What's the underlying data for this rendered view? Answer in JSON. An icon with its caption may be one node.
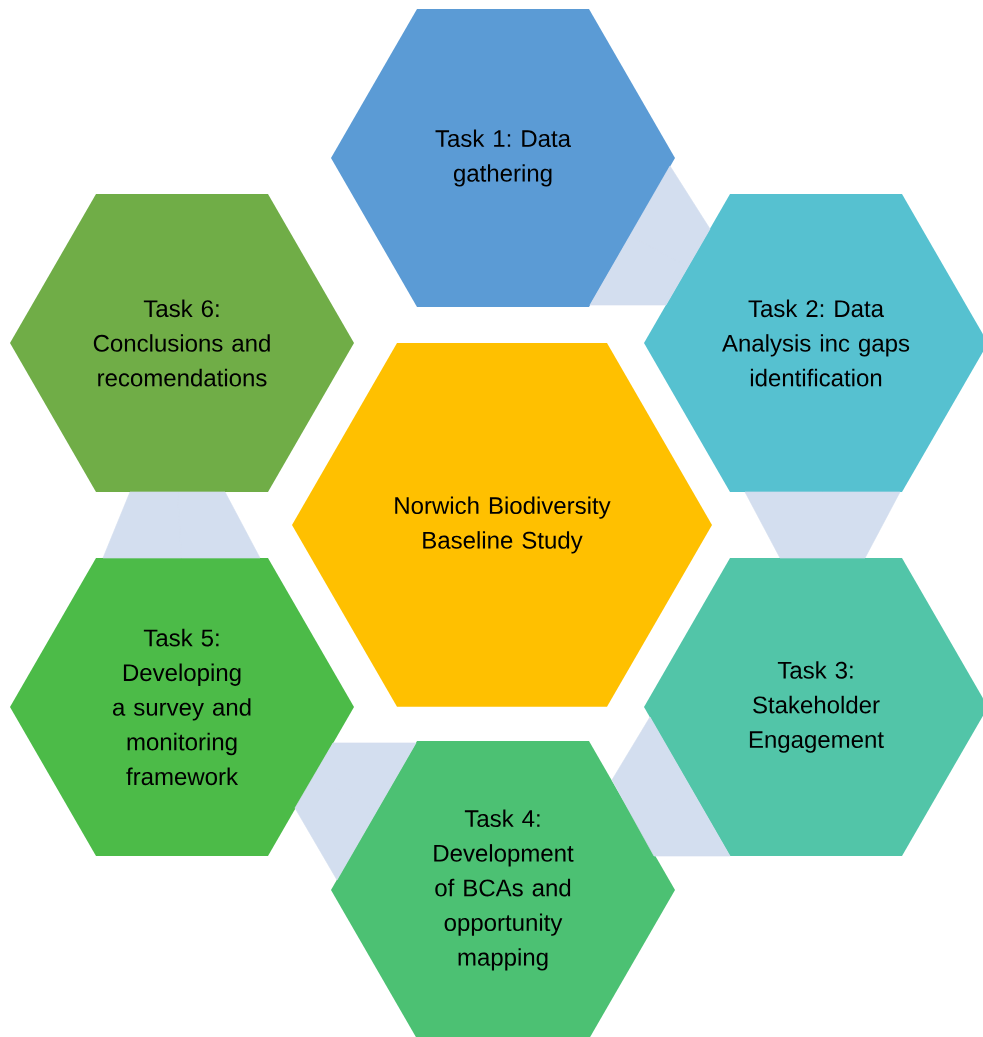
{
  "diagram": {
    "nodes": [
      {
        "text": [
          "Norwich Biodiversity Baseline Study"
        ]
      },
      {
        "text": [
          "Task 1: Data gathering"
        ]
      },
      {
        "text": [
          "Task 2: Data Analysis inc gaps identification"
        ]
      },
      {
        "text": [
          "Task 3: Stakeholder Engagement"
        ]
      },
      {
        "text": [
          "Task 4: Development of BCAs and opportunity mapping"
        ]
      },
      {
        "text": [
          "Task 5: Developing a survey and monitoring framework"
        ]
      },
      {
        "text": [
          "Task 6: Conclusions and recomendations"
        ]
      }
    ],
    "edges": [
      {
        "from": 1,
        "to": 2,
        "arrow": "none"
      },
      {
        "from": 2,
        "to": 3,
        "arrow": "none"
      },
      {
        "from": 3,
        "to": 4,
        "arrow": "none"
      },
      {
        "from": 4,
        "to": 5,
        "arrow": "none"
      },
      {
        "from": 5,
        "to": 6,
        "arrow": "none"
      }
    ]
  }
}
